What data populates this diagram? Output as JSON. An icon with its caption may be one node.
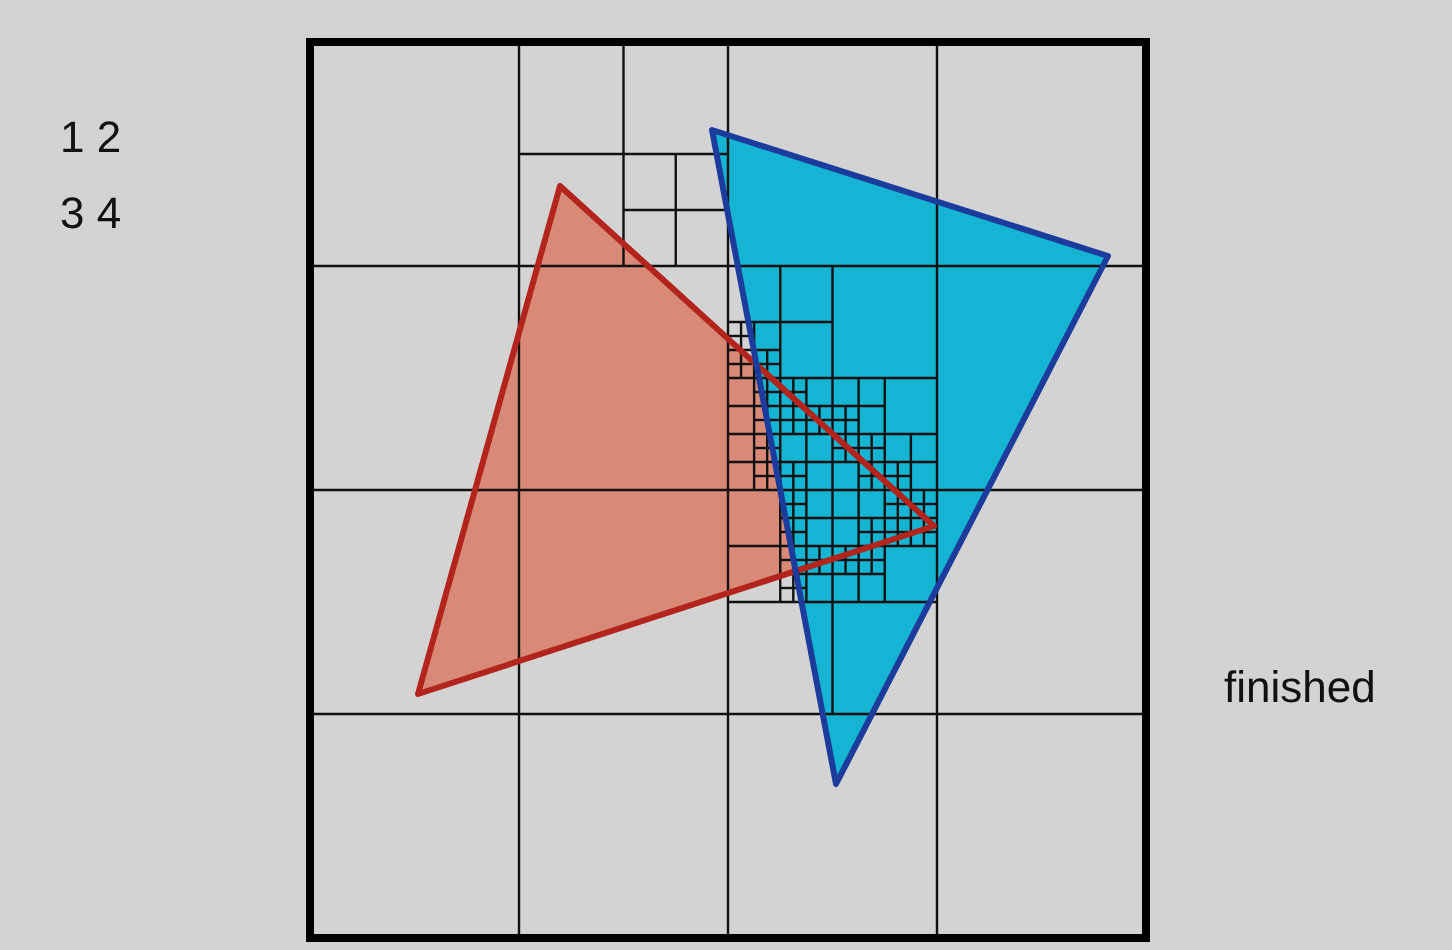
{
  "diagram": {
    "labels": [
      "1 2",
      "3 4",
      "finished"
    ]
  }
}
